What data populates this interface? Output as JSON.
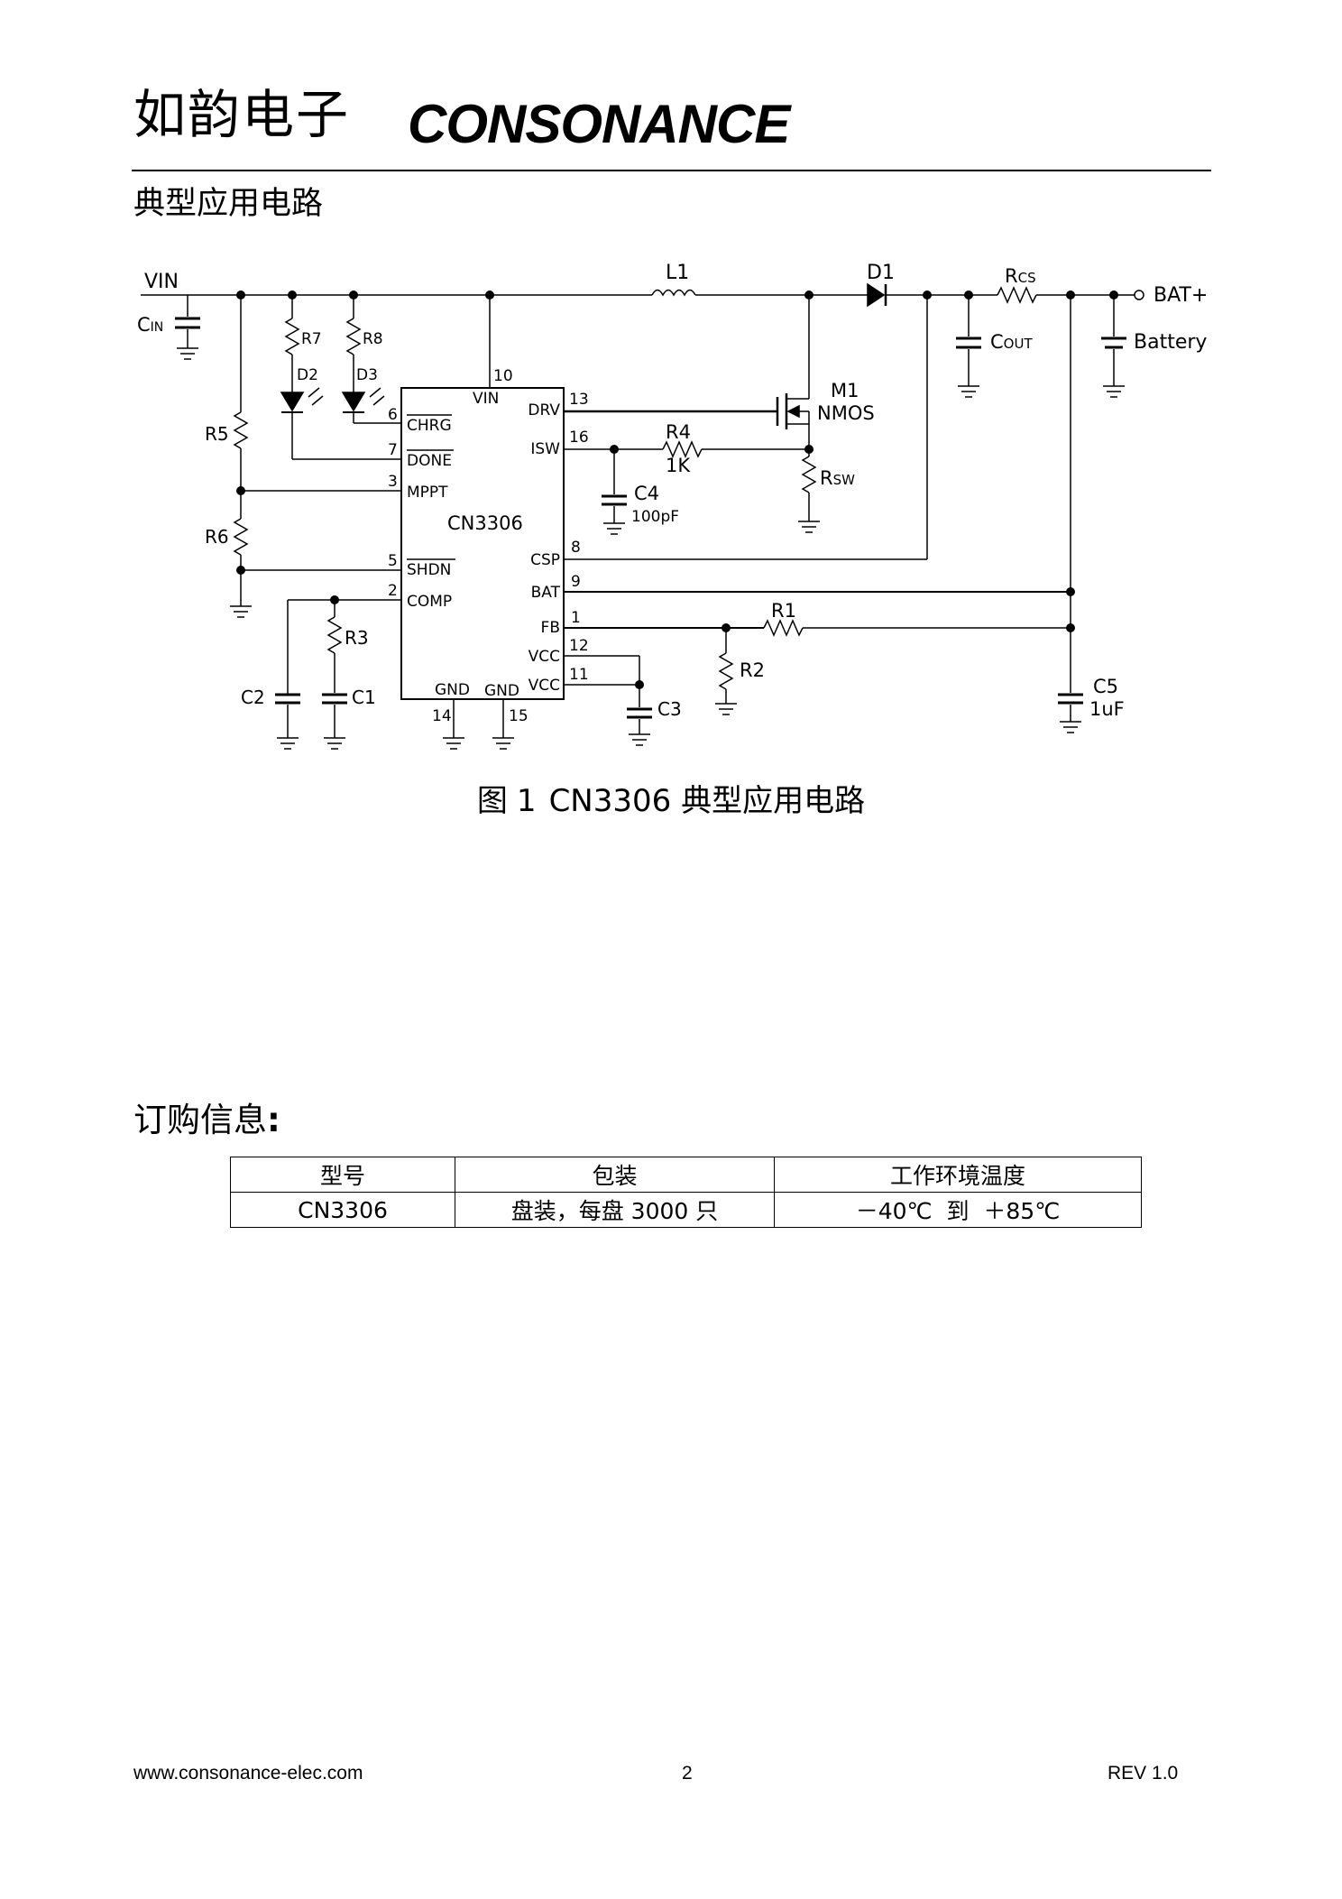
{
  "header": {
    "company_cn": "如韵电子",
    "company_en": "CONSONANCE"
  },
  "section_title": "典型应用电路",
  "schematic": {
    "chip_name": "CN3306",
    "pins": {
      "vin_left": "VIN",
      "vin_top": "VIN",
      "chrg": "CHRG",
      "done": "DONE",
      "mppt": "MPPT",
      "shdn": "SHDN",
      "comp": "COMP",
      "drv": "DRV",
      "isw": "ISW",
      "csp": "CSP",
      "bat": "BAT",
      "fb": "FB",
      "vcc1": "VCC",
      "vcc2": "VCC",
      "gnd1": "GND",
      "gnd2": "GND"
    },
    "pin_numbers": {
      "vin": "10",
      "chrg": "6",
      "done": "7",
      "mppt": "3",
      "shdn": "5",
      "comp": "2",
      "drv": "13",
      "isw": "16",
      "csp": "8",
      "bat": "9",
      "fb": "1",
      "vcc1": "12",
      "vcc2": "11",
      "gnd1": "14",
      "gnd2": "15"
    },
    "components": {
      "cin_main": "C",
      "cin_sub": "IN",
      "l1": "L1",
      "d1": "D1",
      "rcs_main": "R",
      "rcs_sub": "CS",
      "bat_plus": "BAT+",
      "battery": "Battery",
      "cout_main": "C",
      "cout_sub": "OUT",
      "r7": "R7",
      "r8": "R8",
      "d2": "D2",
      "d3": "D3",
      "r5": "R5",
      "r6": "R6",
      "m1": "M1",
      "nmos": "NMOS",
      "r4": "R4",
      "r4_value": "1K",
      "c4": "C4",
      "c4_value": "100pF",
      "rsw_main": "R",
      "rsw_sub": "SW",
      "r1": "R1",
      "r2": "R2",
      "r3": "R3",
      "c1": "C1",
      "c2": "C2",
      "c3": "C3",
      "c5": "C5",
      "c5_value": "1uF"
    }
  },
  "figure_caption": {
    "label": "图",
    "number": "1",
    "text": "CN3306 典型应用电路"
  },
  "ordering": {
    "title": "订购信息",
    "title_colon": ":",
    "headers": [
      "型号",
      "包装",
      "工作环境温度"
    ],
    "rows": [
      [
        "CN3306",
        "盘装，每盘 3000 只",
        "－40℃  到  ＋85℃"
      ]
    ]
  },
  "footer": {
    "website": "www.consonance-elec.com",
    "page": "2",
    "revision": "REV 1.0"
  }
}
